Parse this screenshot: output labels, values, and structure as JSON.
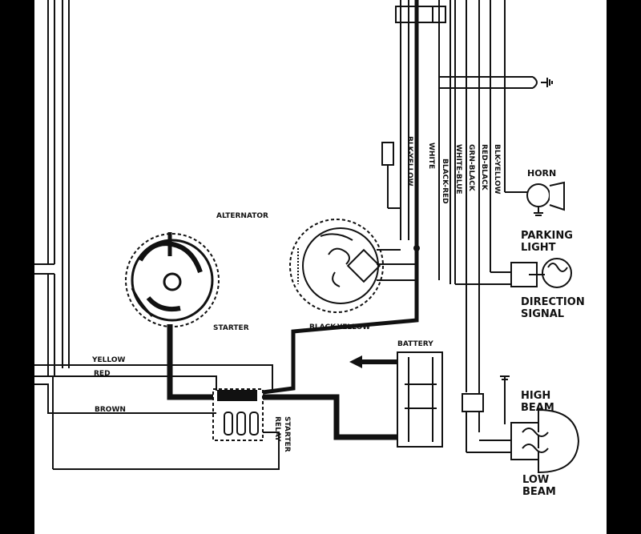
{
  "labels": {
    "alternator": "ALTERNATOR",
    "starter": "STARTER",
    "starter_relay_line1": "STARTER",
    "starter_relay_line2": "RELAY",
    "battery": "BATTERY",
    "horn": "HORN",
    "parking_light_line1": "PARKING",
    "parking_light_line2": "LIGHT",
    "direction_signal_line1": "DIRECTION",
    "direction_signal_line2": "SIGNAL",
    "high_beam_line1": "HIGH",
    "high_beam_line2": "BEAM",
    "low_beam_line1": "LOW",
    "low_beam_line2": "BEAM"
  },
  "wires": {
    "blk_yellow_top": "BLK-YELLOW",
    "white": "WHITE",
    "black_red": "BLACK-RED",
    "white_blue": "WHITE-BLUE",
    "grn_black": "GRN-BLACK",
    "red_black": "RED-BLACK",
    "blk_yellow_right": "BLK-YELLOW",
    "black_yellow": "BLACK-YELLOW",
    "yellow": "YELLOW",
    "red": "RED",
    "brown": "BROWN"
  },
  "colors": {
    "frame": "#000000",
    "paper": "#ffffff",
    "ink": "#111111"
  }
}
